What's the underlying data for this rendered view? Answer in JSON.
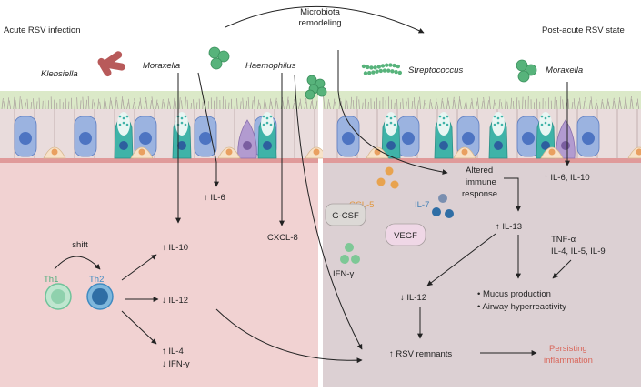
{
  "panels": {
    "left_title": "Acute RSV infection",
    "right_title": "Post-acute RSV state",
    "center_title_line1": "Microbiota",
    "center_title_line2": "remodeling"
  },
  "bacteria": {
    "klebsiella": "Klebsiella",
    "moraxella_left": "Moraxella",
    "haemophilus": "Haemophilus",
    "streptococcus": "Streptococcus",
    "moraxella_right": "Moraxella"
  },
  "left": {
    "il6": "↑ IL-6",
    "il10": "↑ IL-10",
    "il12": "↓ IL-12",
    "il4": "↑ IL-4",
    "ifng": "↓ IFN-γ",
    "shift": "shift",
    "th1": "Th1",
    "th2": "Th2",
    "cxcl8": "CXCL-8"
  },
  "right": {
    "ccl5": "CCL-5",
    "altered_line1": "Altered",
    "altered_line2": "immune",
    "altered_line3": "response",
    "il7": "IL-7",
    "gcsf": "G-CSF",
    "vegf": "VEGF",
    "ifng": "IFN-γ",
    "il13": "↑ IL-13",
    "il6_il10": "↑ IL-6, IL-10",
    "tnfa": "TNF-α",
    "il4_5_9": "IL-4, IL-5, IL-9",
    "il12": "↓ IL-12",
    "mucus": "• Mucus production",
    "airway": "• Airway hyperreactivity",
    "rsv_remnants": "↑ RSV remnants",
    "persist_line1": "Persisting",
    "persist_line2": "inflammation"
  },
  "colors": {
    "left_tissue": "#f1d2d2",
    "right_tissue": "#dcd0d3",
    "mucus_layer": "#dbe9c8",
    "basal_line": "#e09a9a",
    "goblet": "#3fb3a8",
    "ciliated_nucleus": "#4d74c2",
    "moraxella_green": "#57b37b",
    "klebsiella_red": "#b85a5a",
    "ccl5_orange": "#e8a34f",
    "il7_blue": "#3f7fb5",
    "persist_red": "#d9665a",
    "th1_green": "#6fc39a",
    "th2_blue": "#3f8bc2"
  }
}
